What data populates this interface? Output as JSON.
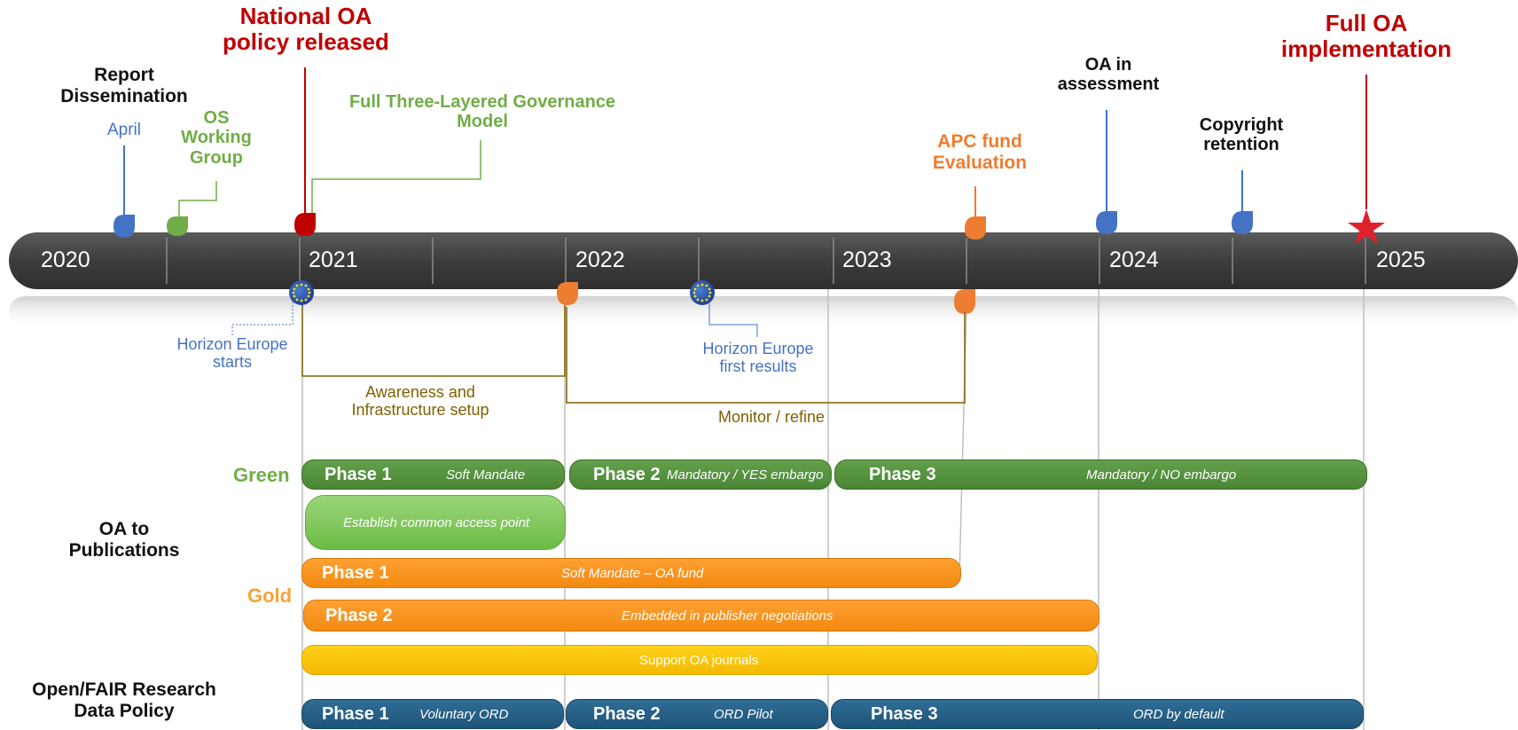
{
  "timeline": {
    "years": [
      "2020",
      "2021",
      "2022",
      "2023",
      "2024",
      "2025"
    ]
  },
  "milestones": {
    "national_oa": "National OA\npolicy released",
    "full_oa": "Full OA\nimplementation",
    "report": "Report\nDissemination",
    "report_month": "April",
    "os_wg": "OS\nWorking\nGroup",
    "governance": "Full  Three-Layered Governance\nModel",
    "apc": "APC fund\nEvaluation",
    "oa_assessment": "OA in\nassessment",
    "copyright": "Copyright\nretention",
    "he_starts": "Horizon Europe\nstarts",
    "he_results": "Horizon Europe\nfirst results",
    "awareness": "Awareness and\nInfrastructure setup",
    "monitor": "Monitor / refine"
  },
  "rows": {
    "green": "Green",
    "oa_pub": "OA to\nPublications",
    "gold": "Gold",
    "ord": "Open/FAIR Research\nData Policy"
  },
  "bars": {
    "green_p1": {
      "phase": "Phase 1",
      "desc": "Soft Mandate"
    },
    "green_p2": {
      "phase": "Phase 2",
      "desc": "Mandatory / YES embargo"
    },
    "green_p3": {
      "phase": "Phase 3",
      "desc": "Mandatory / NO embargo"
    },
    "green_access": {
      "desc": "Establish common access point"
    },
    "gold_p1": {
      "phase": "Phase 1",
      "desc": "Soft Mandate – OA fund"
    },
    "gold_p2": {
      "phase": "Phase 2",
      "desc": "Embedded in publisher negotiations"
    },
    "gold_support": {
      "desc": "Support OA journals"
    },
    "ord_p1": {
      "phase": "Phase 1",
      "desc": "Voluntary ORD"
    },
    "ord_p2": {
      "phase": "Phase 2",
      "desc": "ORD Pilot"
    },
    "ord_p3": {
      "phase": "Phase 3",
      "desc": "ORD by default"
    }
  },
  "colors": {
    "green": "#70ad47",
    "orange": "#ed7d31",
    "blue": "#4472c4",
    "red": "#c00000",
    "timeline": "#4a4a4a",
    "olive": "#7f6000",
    "navy": "#1f5479",
    "yellow": "#f4b800"
  }
}
